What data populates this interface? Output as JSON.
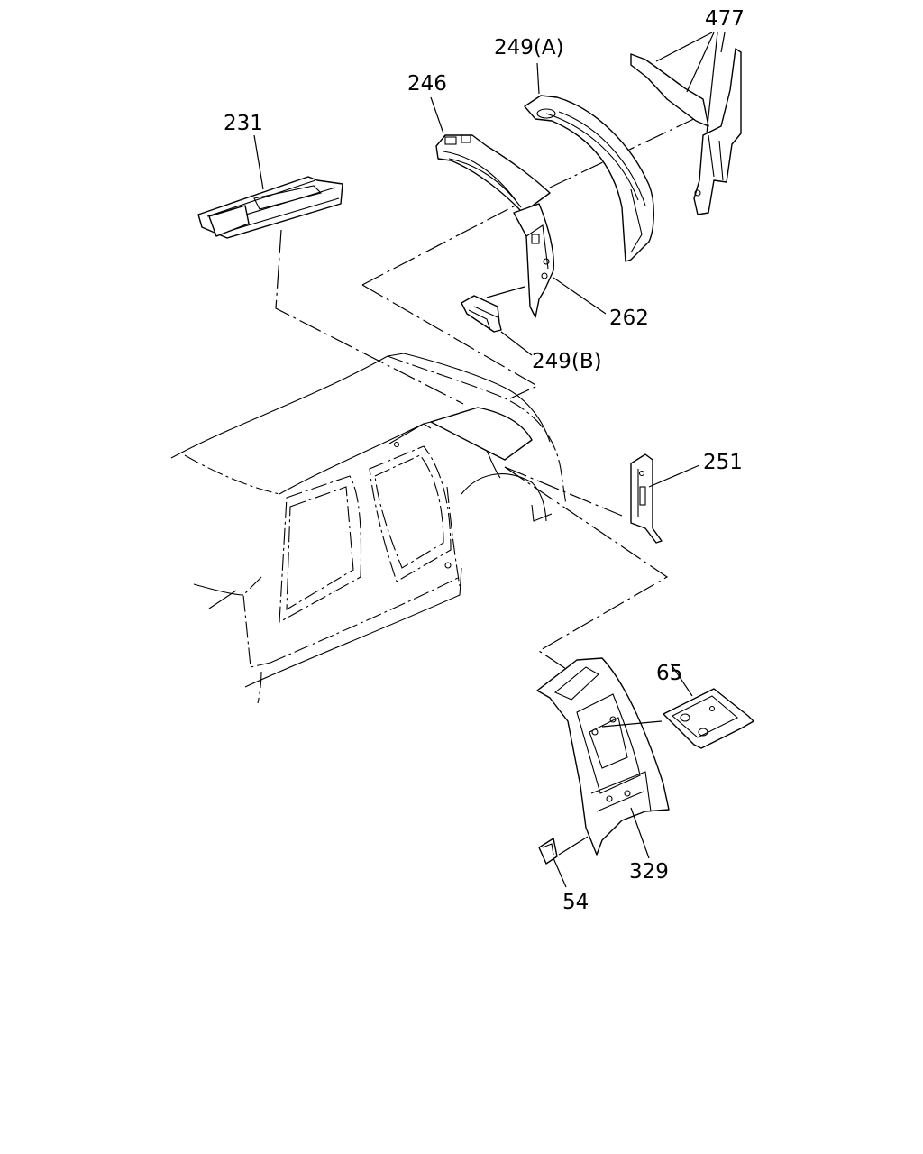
{
  "callouts": {
    "c231": "231",
    "c246": "246",
    "c249a": "249(A)",
    "c477": "477",
    "c262": "262",
    "c249b": "249(B)",
    "c251": "251",
    "c65": "65",
    "c329": "329",
    "c54": "54"
  },
  "colors": {
    "line": "#000000",
    "background": "#ffffff"
  }
}
